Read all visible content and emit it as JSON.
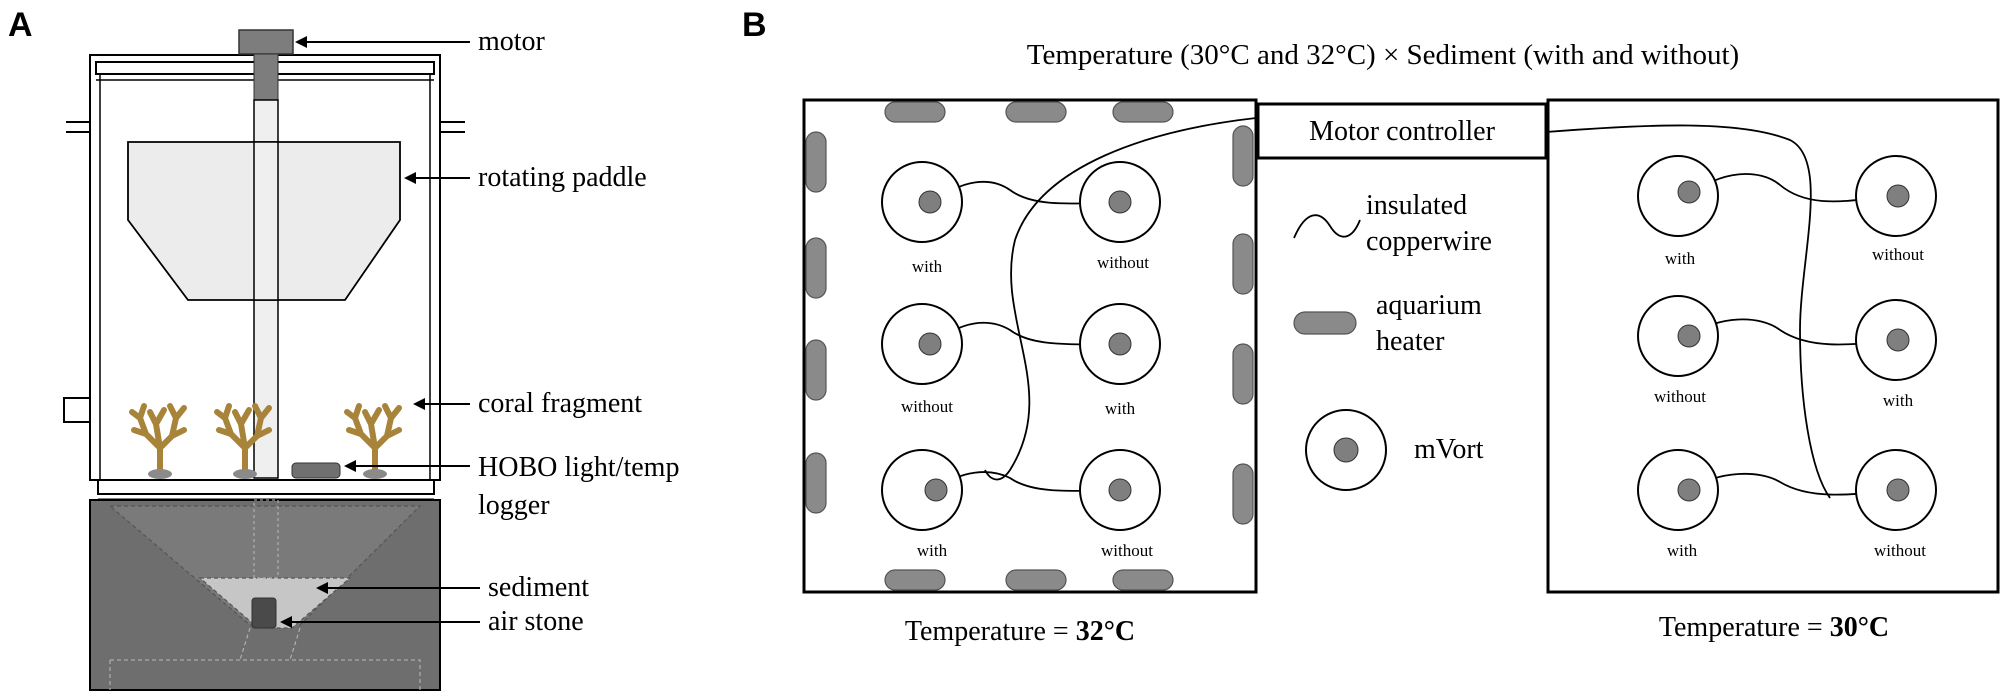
{
  "panelA": {
    "letter": "A",
    "labels": {
      "motor": "motor",
      "paddle": "rotating paddle",
      "coral": "coral fragment",
      "hobo_line1": "HOBO light/temp",
      "hobo_line2": "logger",
      "sediment": "sediment",
      "airstone": "air stone"
    }
  },
  "panelB": {
    "letter": "B",
    "title": "Temperature (30°C and 32°C) × Sediment (with and without)",
    "controller": "Motor controller",
    "legend": {
      "wire_line1": "insulated",
      "wire_line2": "copperwire",
      "heater_line1": "aquarium",
      "heater_line2": "heater",
      "mvort": "mVort"
    },
    "left_tank": {
      "temp_prefix": "Temperature = ",
      "temp_value": "32°C",
      "labels": [
        "with",
        "without",
        "without",
        "with",
        "with",
        "without"
      ]
    },
    "right_tank": {
      "temp_prefix": "Temperature = ",
      "temp_value": "30°C",
      "labels": [
        "with",
        "without",
        "without",
        "with",
        "with",
        "without"
      ]
    }
  },
  "colors": {
    "tank_fill": "#ececec",
    "base_dark": "#6e6e6e",
    "motor": "#7d7d7d",
    "heater": "#8a8a8a",
    "mvort_center": "#7f7f7f",
    "coral": "#a8843a"
  }
}
